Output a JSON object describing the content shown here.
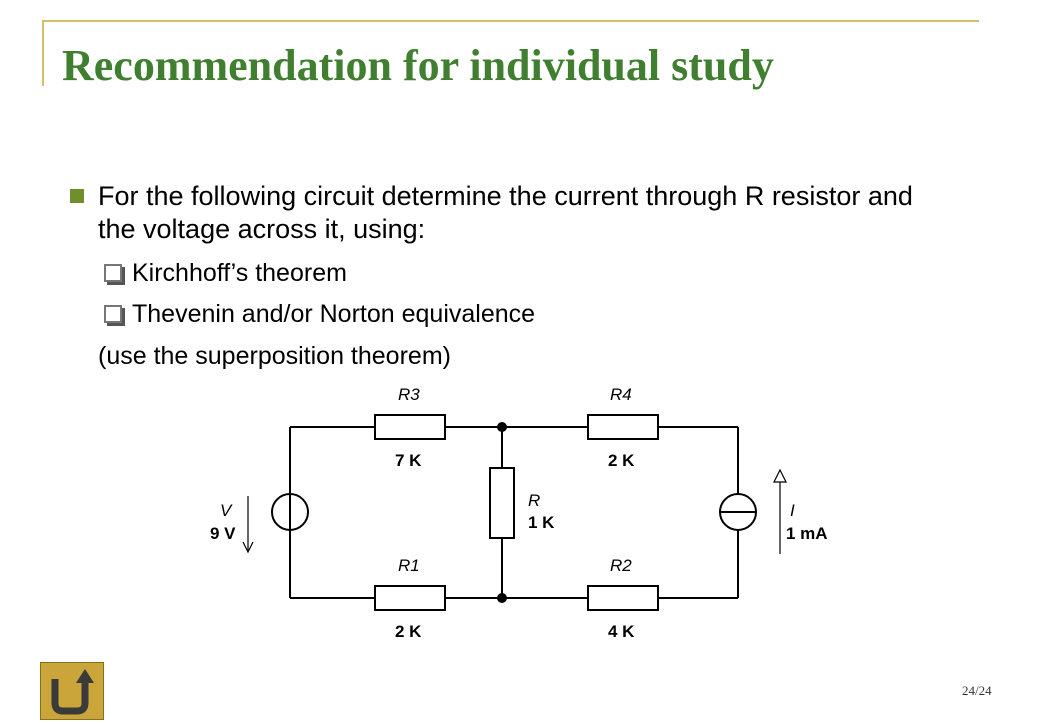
{
  "slide": {
    "title": "Recommendation for individual study",
    "bullet_text": "For the following circuit determine the current through R resistor and the voltage across it, using:",
    "sub_items": [
      "Kirchhoff’s theorem",
      "Thevenin and/or Norton equivalence"
    ],
    "note": "(use the superposition theorem)",
    "page_current": "24",
    "page_total": "/24"
  },
  "circuit": {
    "r3": {
      "name": "R3",
      "value": "7 K"
    },
    "r4": {
      "name": "R4",
      "value": "2 K"
    },
    "r1": {
      "name": "R1",
      "value": "2 K"
    },
    "r2": {
      "name": "R2",
      "value": "4 K"
    },
    "r": {
      "name": "R",
      "value": "1 K"
    },
    "v": {
      "name": "V",
      "value": "9 V"
    },
    "i": {
      "name": "I",
      "value": "1 mA"
    }
  },
  "colors": {
    "title": "#3f7f2f",
    "frame": "#d4be6e",
    "bullet": "#6f8f2a",
    "back_button": "#c9a53a"
  },
  "icons": {
    "back_button": "u-turn-arrow-icon"
  }
}
